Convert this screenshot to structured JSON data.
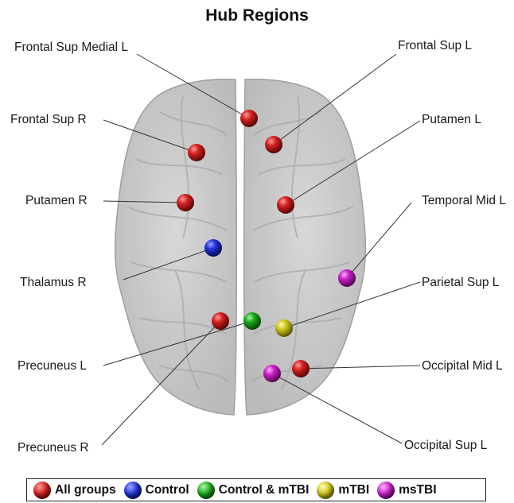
{
  "title": "Hub Regions",
  "colors": {
    "all_groups": "#cc1a1a",
    "control": "#1a2ad6",
    "control_mtbi": "#19b019",
    "mtbi": "#d9d21a",
    "mstbi": "#cc22cc"
  },
  "regions": [
    {
      "key": "frontal_sup_medial_l",
      "label": "Frontal Sup Medial L",
      "group": "all_groups"
    },
    {
      "key": "frontal_sup_l",
      "label": "Frontal Sup L",
      "group": "all_groups"
    },
    {
      "key": "frontal_sup_r",
      "label": "Frontal Sup R",
      "group": "all_groups"
    },
    {
      "key": "putamen_l",
      "label": "Putamen L",
      "group": "all_groups"
    },
    {
      "key": "putamen_r",
      "label": "Putamen R",
      "group": "all_groups"
    },
    {
      "key": "temporal_mid_l",
      "label": "Temporal Mid L",
      "group": "mstbi"
    },
    {
      "key": "thalamus_r",
      "label": "Thalamus R",
      "group": "control"
    },
    {
      "key": "parietal_sup_l",
      "label": "Parietal Sup L",
      "group": "mtbi"
    },
    {
      "key": "precuneus_l",
      "label": "Precuneus L",
      "group": "control_mtbi"
    },
    {
      "key": "occipital_mid_l",
      "label": "Occipital Mid L",
      "group": "all_groups"
    },
    {
      "key": "precuneus_r",
      "label": "Precuneus R",
      "group": "all_groups"
    },
    {
      "key": "occipital_sup_l",
      "label": "Occipital Sup L",
      "group": "mstbi"
    }
  ],
  "legend": [
    {
      "key": "all_groups",
      "label": "All groups"
    },
    {
      "key": "control",
      "label": "Control"
    },
    {
      "key": "control_mtbi",
      "label": "Control & mTBI"
    },
    {
      "key": "mtbi",
      "label": "mTBI"
    },
    {
      "key": "mstbi",
      "label": "msTBI"
    }
  ]
}
